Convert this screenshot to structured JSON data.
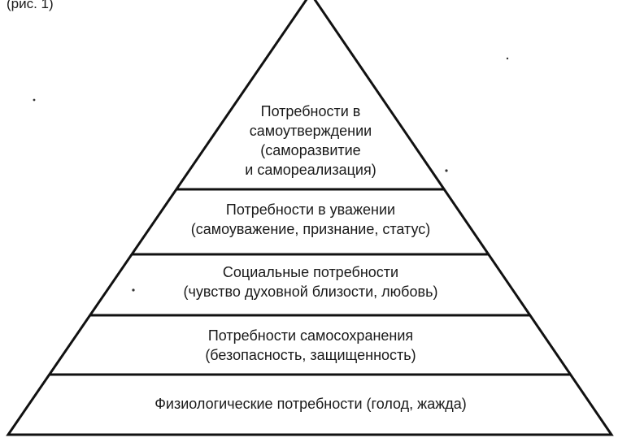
{
  "header_fragment": "(рис. 1)",
  "pyramid": {
    "stroke_color": "#111111",
    "text_color": "#1a1a1a",
    "background": "#ffffff",
    "levels": [
      {
        "id": "self-actualization",
        "lines": [
          "Потребности в",
          "самоутверждении",
          "(саморазвитие",
          "и самореализация)"
        ]
      },
      {
        "id": "esteem",
        "lines": [
          "Потребности в уважении",
          "(самоуважение, признание, статус)"
        ]
      },
      {
        "id": "social",
        "lines": [
          "Социальные потребности",
          "(чувство духовной близости, любовь)"
        ]
      },
      {
        "id": "safety",
        "lines": [
          "Потребности самосохранения",
          "(безопасность, защищенность)"
        ]
      },
      {
        "id": "physiological",
        "lines": [
          "Физиологические потребности (голод, жажда)"
        ]
      }
    ]
  }
}
